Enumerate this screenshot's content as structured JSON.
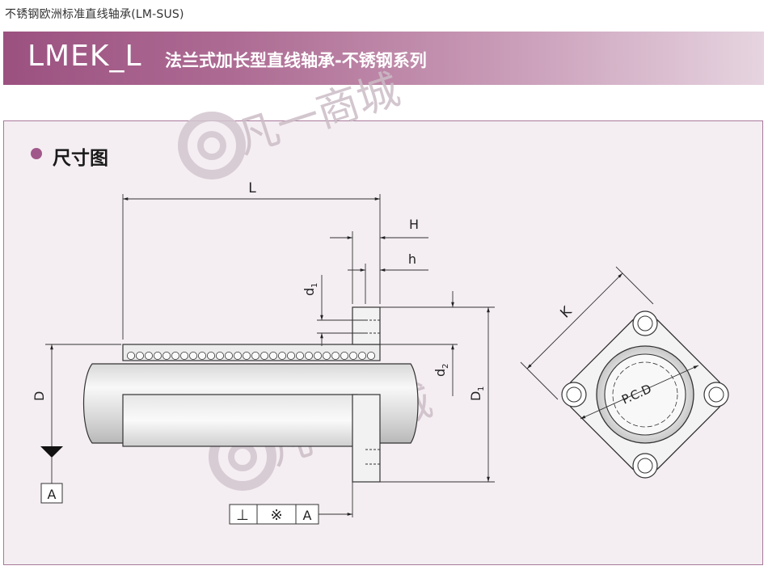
{
  "header": {
    "caption": "不锈钢欧洲标准直线轴承(LM-SUS)",
    "model": "LMEK_L",
    "title": "法兰式加长型直线轴承-不锈钢系列"
  },
  "section": {
    "title": "尺寸图"
  },
  "watermark": {
    "text": "凡一商城"
  },
  "dimensions": {
    "L": "L",
    "H": "H",
    "h": "h",
    "d1_main": "d",
    "d1_sub": "1",
    "d2_main": "d",
    "d2_sub": "2",
    "D": "D",
    "D1_main": "D",
    "D1_sub": "1",
    "K": "K",
    "pcd": "P.C.D"
  },
  "datum": {
    "label": "A"
  },
  "tolerance_frame": {
    "symbol": "⊥",
    "value": "※",
    "datum": "A"
  },
  "colors": {
    "banner_start": "#9b5180",
    "banner_end": "#e6d4e0",
    "panel_bg": "#f4eef2",
    "panel_border": "#a8789a",
    "section_dot": "#a0588a"
  }
}
